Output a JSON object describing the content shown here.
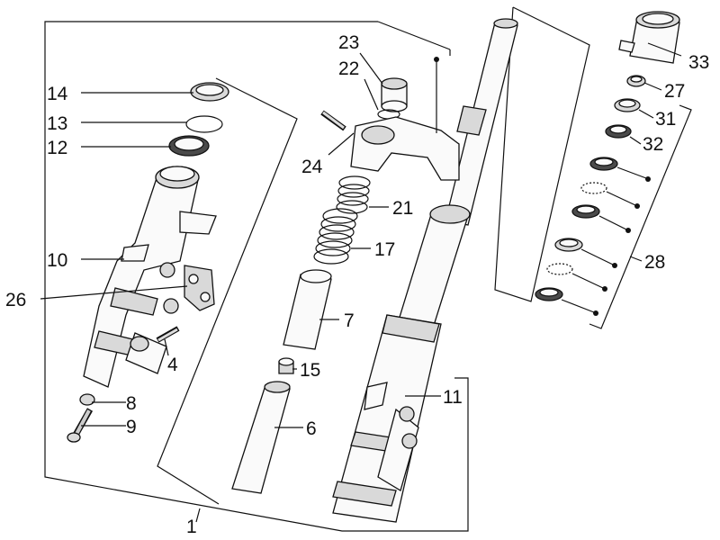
{
  "diagram": {
    "labels": [
      {
        "id": "p1",
        "text": "1"
      },
      {
        "id": "p4",
        "text": "4"
      },
      {
        "id": "p6",
        "text": "6"
      },
      {
        "id": "p7",
        "text": "7"
      },
      {
        "id": "p8",
        "text": "8"
      },
      {
        "id": "p9",
        "text": "9"
      },
      {
        "id": "p10",
        "text": "10"
      },
      {
        "id": "p11",
        "text": "11"
      },
      {
        "id": "p12",
        "text": "12"
      },
      {
        "id": "p13",
        "text": "13"
      },
      {
        "id": "p14",
        "text": "14"
      },
      {
        "id": "p15",
        "text": "15"
      },
      {
        "id": "p17",
        "text": "17"
      },
      {
        "id": "p21",
        "text": "21"
      },
      {
        "id": "p22",
        "text": "22"
      },
      {
        "id": "p23",
        "text": "23"
      },
      {
        "id": "p24",
        "text": "24"
      },
      {
        "id": "p26",
        "text": "26"
      },
      {
        "id": "p27",
        "text": "27"
      },
      {
        "id": "p28",
        "text": "28"
      },
      {
        "id": "p31",
        "text": "31"
      },
      {
        "id": "p32",
        "text": "32"
      },
      {
        "id": "p33",
        "text": "33"
      }
    ]
  }
}
